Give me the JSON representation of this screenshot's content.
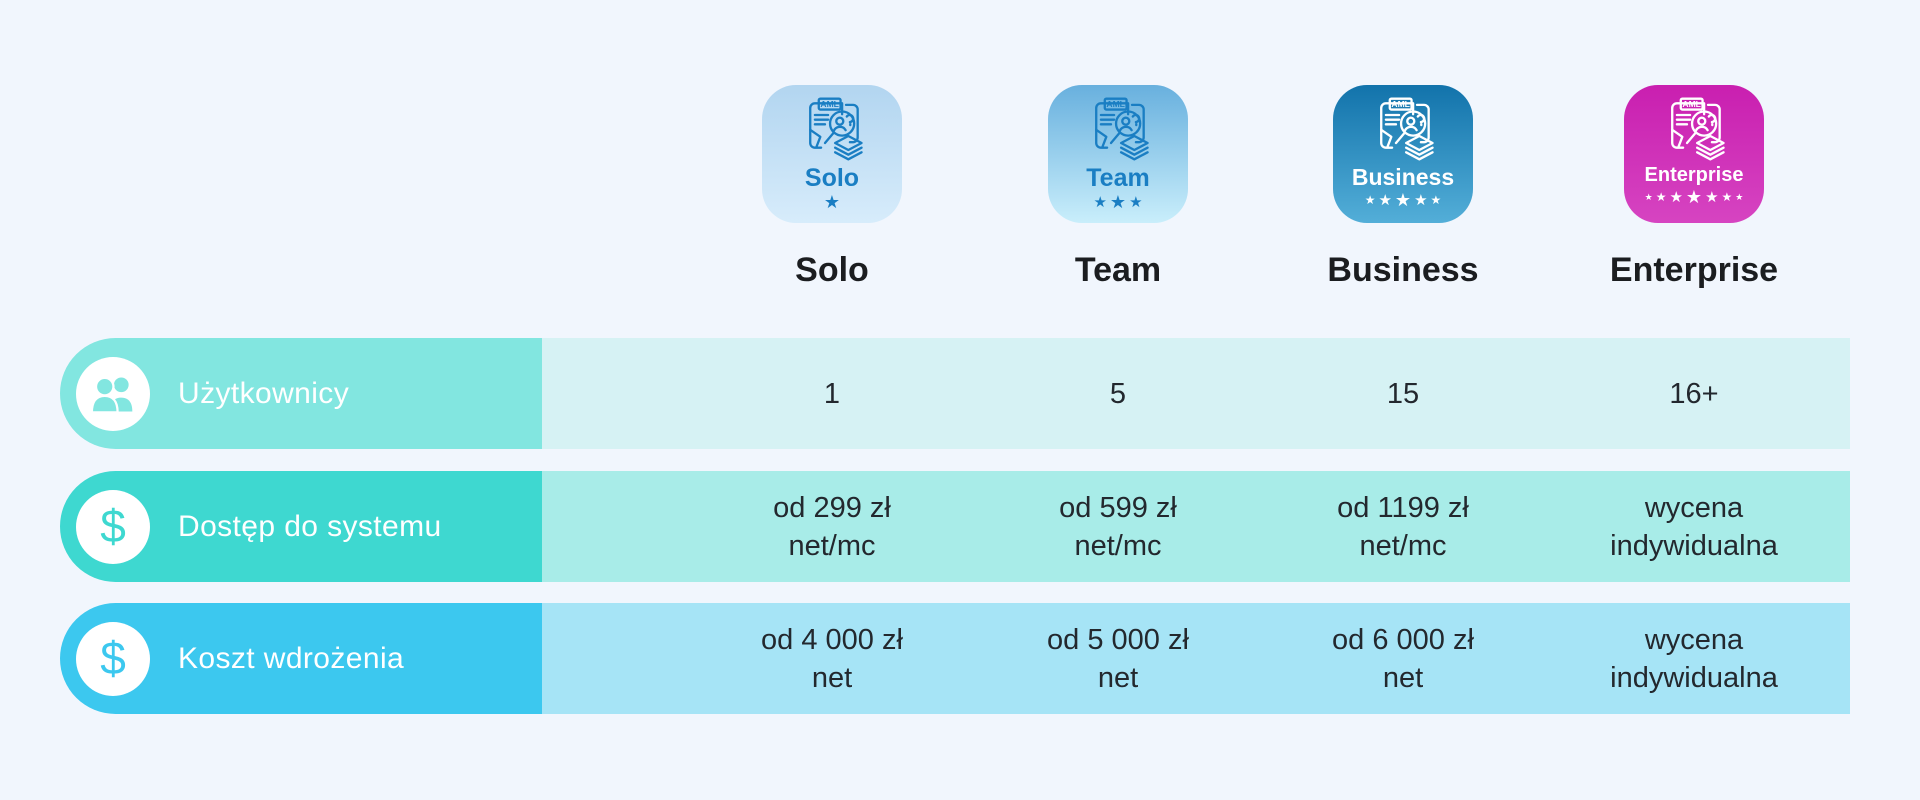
{
  "page": {
    "background": "#f1f6fd",
    "badge_icon_text": "AML",
    "header_text_color": "#1b1d20",
    "value_text_color": "#23282e"
  },
  "plans": [
    {
      "name": "Solo",
      "stars": 1,
      "theme": "light",
      "gradient": [
        "#b2d5f0",
        "#d7ecfb"
      ],
      "badge_text_color": "#1a7ec3"
    },
    {
      "name": "Team",
      "stars": 3,
      "theme": "light",
      "gradient": [
        "#68b0de",
        "#c9eefb"
      ],
      "badge_text_color": "#1a7ec3"
    },
    {
      "name": "Business",
      "stars": 5,
      "theme": "dark",
      "gradient": [
        "#1273ab",
        "#53aed8"
      ],
      "badge_text_color": "#ffffff"
    },
    {
      "name": "Enterprise",
      "stars": 7,
      "theme": "dark",
      "gradient": [
        "#c91fb0",
        "#d644c1"
      ],
      "badge_text_color": "#ffffff"
    }
  ],
  "rows": [
    {
      "label": "Użytkownicy",
      "icon": "users-icon",
      "accent": "#82e6e0",
      "values_bg": "#d6f2f4",
      "label_text_color": "#ffffff",
      "values": [
        [
          "1"
        ],
        [
          "5"
        ],
        [
          "15"
        ],
        [
          "16+"
        ]
      ]
    },
    {
      "label": "Dostęp do systemu",
      "icon": "dollar-icon",
      "icon_glyph": "$",
      "accent": "#3ed8d0",
      "values_bg": "#a8ece8",
      "label_text_color": "#ffffff",
      "values": [
        [
          "od 299 zł",
          "net/mc"
        ],
        [
          "od 599 zł",
          "net/mc"
        ],
        [
          "od 1199 zł",
          "net/mc"
        ],
        [
          "wycena",
          "indywidualna"
        ]
      ]
    },
    {
      "label": "Koszt wdrożenia",
      "icon": "dollar-icon",
      "icon_glyph": "$",
      "accent": "#3cc8ef",
      "values_bg": "#a6e4f6",
      "label_text_color": "#ffffff",
      "values": [
        [
          "od 4 000 zł",
          "net"
        ],
        [
          "od 5 000 zł",
          "net"
        ],
        [
          "od 6 000 zł",
          "net"
        ],
        [
          "wycena",
          "indywidualna"
        ]
      ]
    }
  ]
}
